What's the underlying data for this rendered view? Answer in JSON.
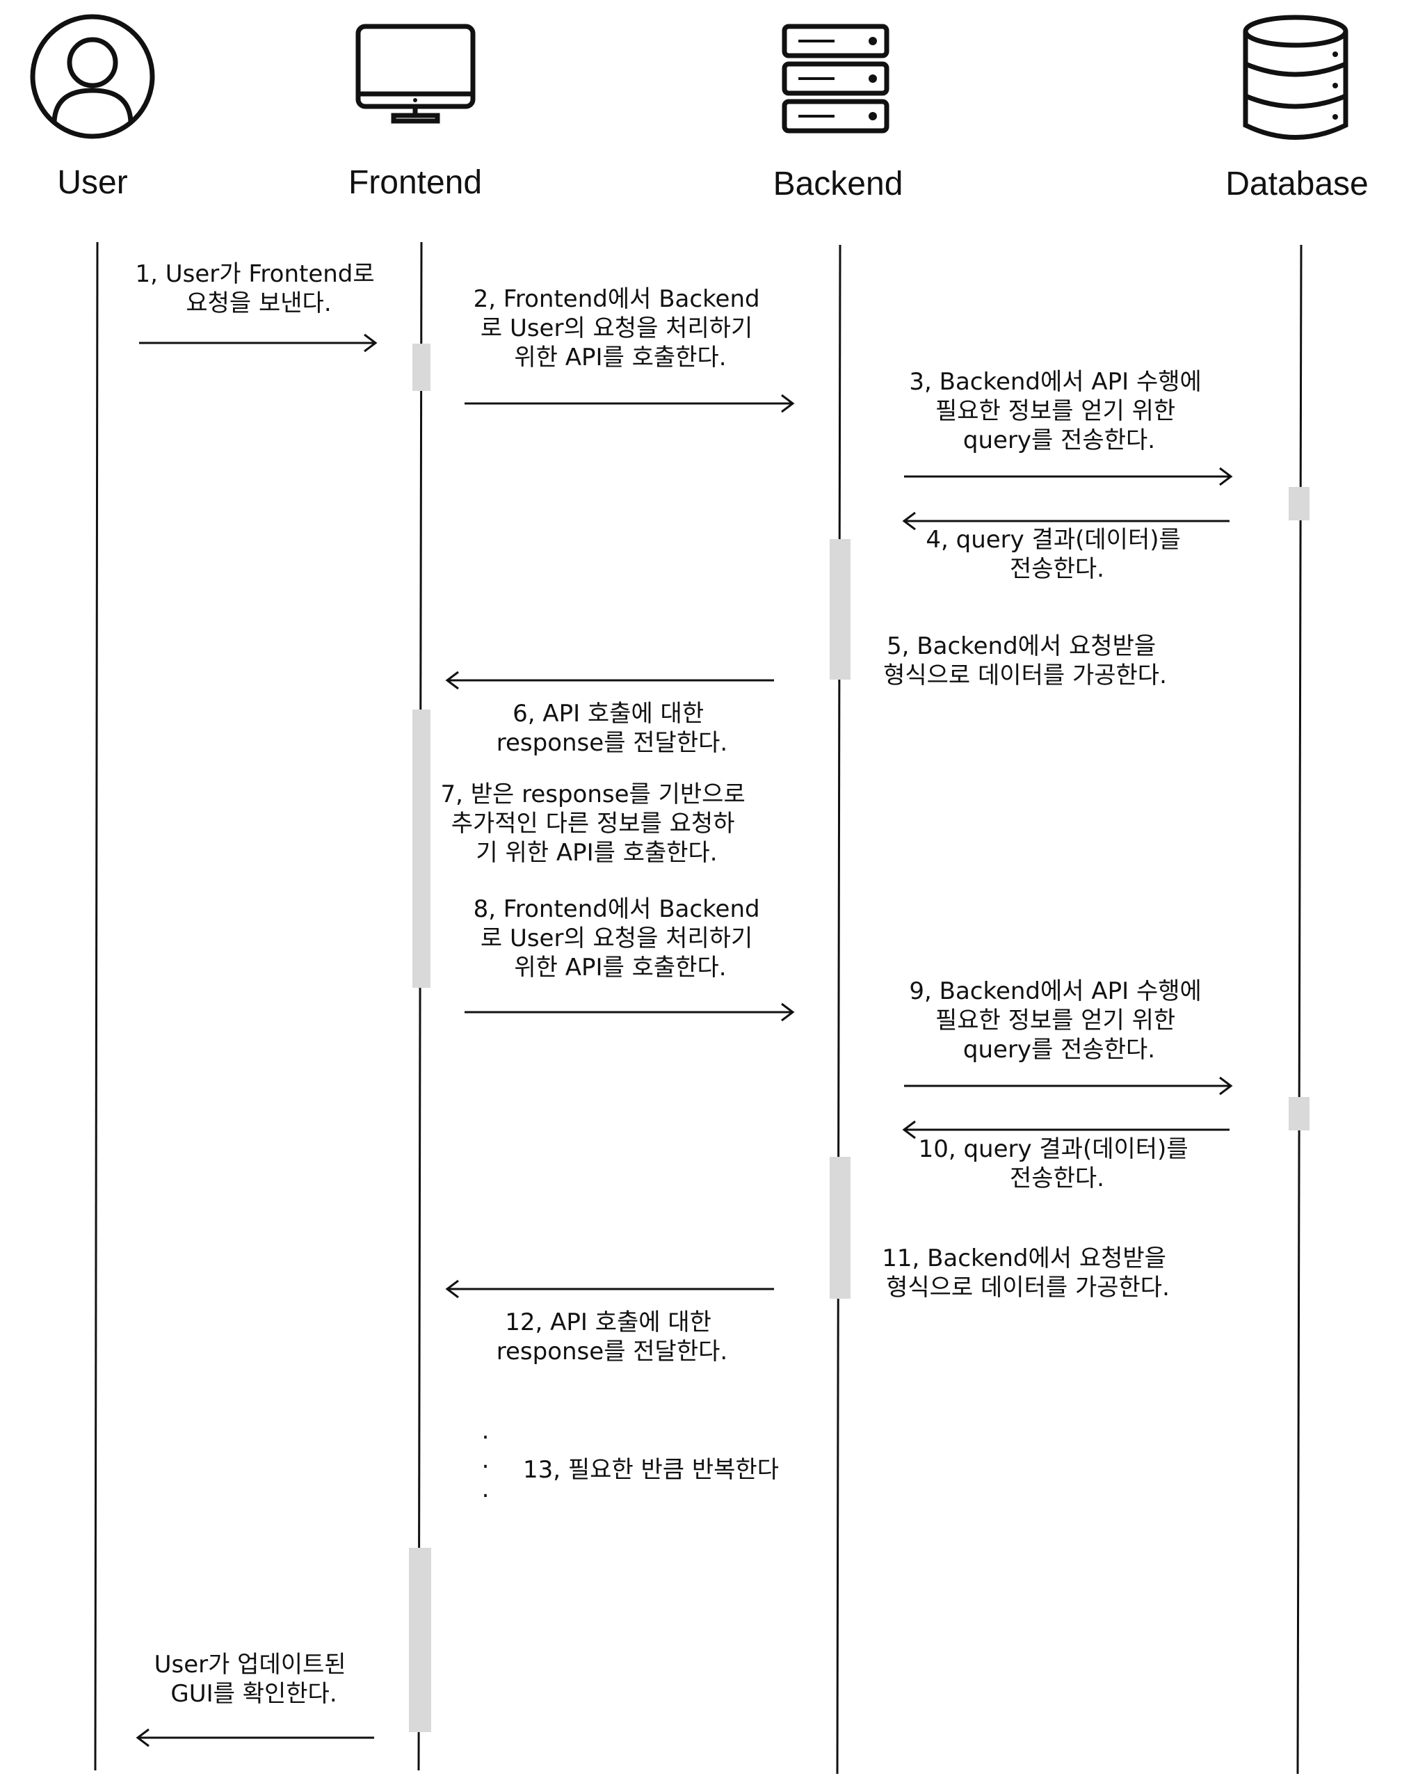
{
  "actors": [
    {
      "name": "User",
      "icon": "user-icon"
    },
    {
      "name": "Frontend",
      "icon": "monitor-icon"
    },
    {
      "name": "Backend",
      "icon": "server-icon"
    },
    {
      "name": "Database",
      "icon": "database-icon"
    }
  ],
  "messages": [
    {
      "lines": [
        "1, User가 Frontend로",
        "요청을 보낸다."
      ]
    },
    {
      "lines": [
        "2, Frontend에서 Backend",
        "로 User의 요청을 처리하기",
        "위한 API를 호출한다."
      ]
    },
    {
      "lines": [
        "3, Backend에서 API 수행에",
        "필요한 정보를 얻기 위한",
        "query를 전송한다."
      ]
    },
    {
      "lines": [
        "4, query 결과(데이터)를",
        "전송한다."
      ]
    },
    {
      "lines": [
        "5, Backend에서 요청받을",
        "형식으로 데이터를 가공한다."
      ]
    },
    {
      "lines": [
        "6, API 호출에 대한",
        "response를 전달한다."
      ]
    },
    {
      "lines": [
        "7, 받은 response를 기반으로",
        "추가적인 다른 정보를 요청하",
        "기 위한 API를 호출한다."
      ]
    },
    {
      "lines": [
        "8, Frontend에서 Backend",
        "로 User의 요청을 처리하기",
        "위한 API를 호출한다."
      ]
    },
    {
      "lines": [
        "9, Backend에서 API 수행에",
        "필요한 정보를 얻기 위한",
        "query를 전송한다."
      ]
    },
    {
      "lines": [
        "10, query 결과(데이터)를",
        "전송한다."
      ]
    },
    {
      "lines": [
        "11, Backend에서 요청받을",
        "형식으로 데이터를 가공한다."
      ]
    },
    {
      "lines": [
        "12, API 호출에 대한",
        "response를 전달한다."
      ]
    },
    {
      "lines": [
        "13, 필요한 반큼 반복한다"
      ]
    },
    {
      "lines": [
        "User가 업데이트된",
        "GUI를 확인한다."
      ]
    }
  ],
  "ellipsis": ".",
  "colors": {
    "line": "#111111",
    "activation": "#d9d9d9",
    "background": "#ffffff"
  }
}
